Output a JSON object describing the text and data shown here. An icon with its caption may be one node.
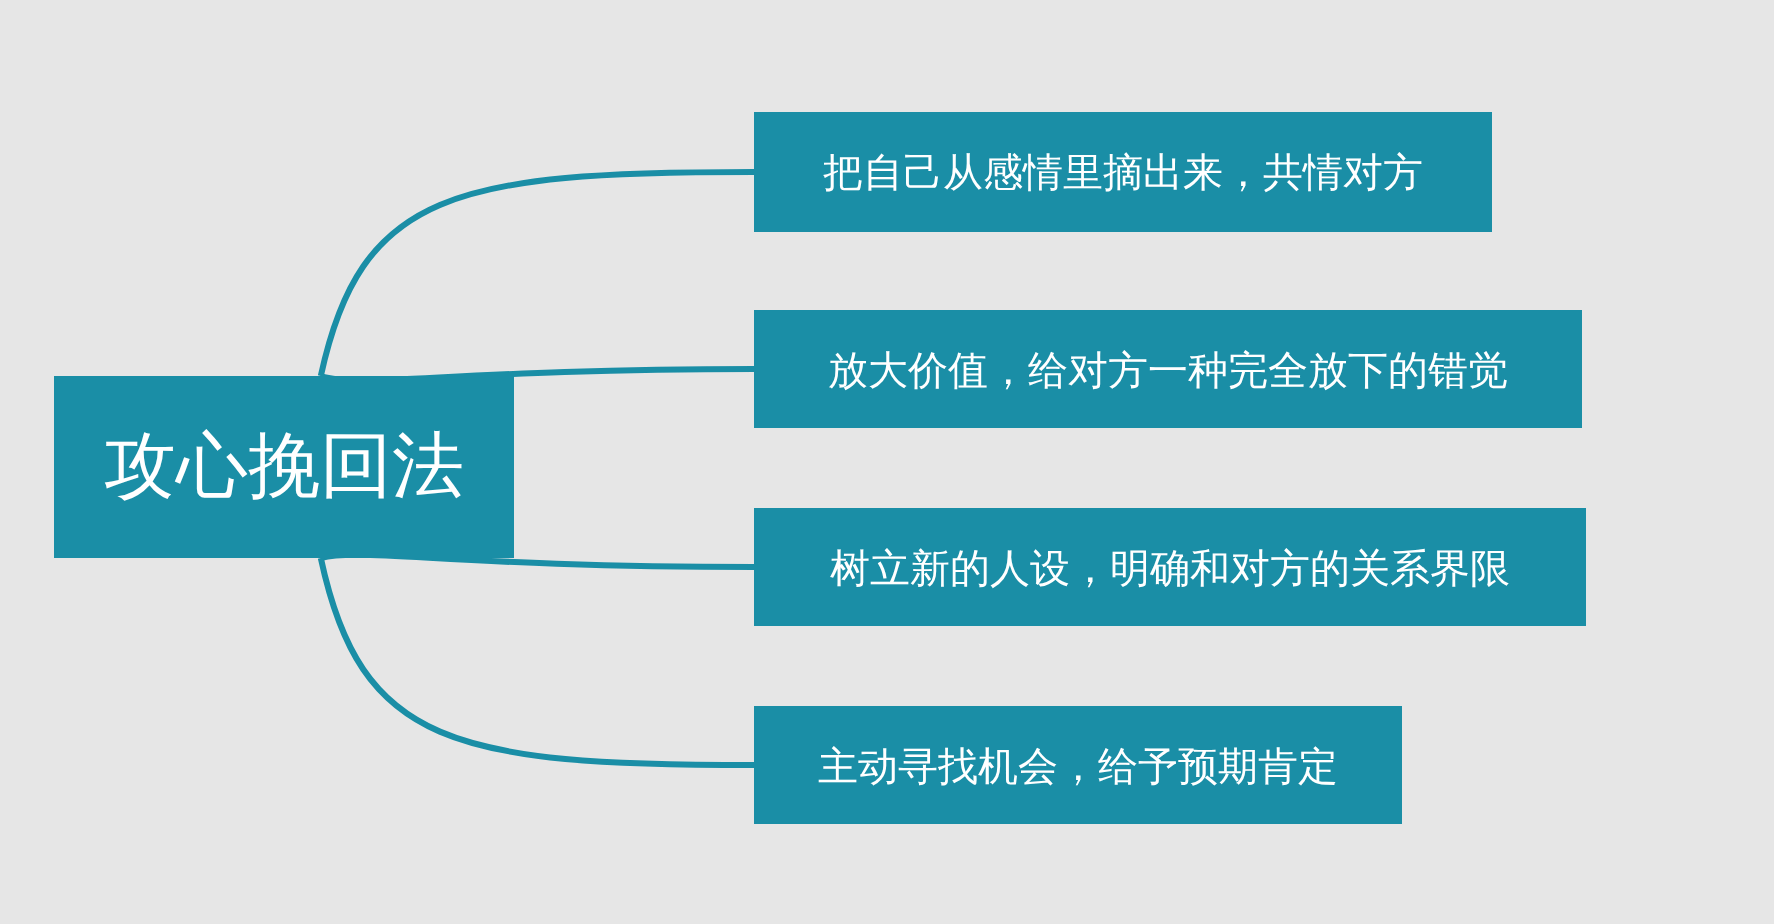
{
  "diagram": {
    "nodes": [
      {
        "text": [
          "攻心挽回法"
        ]
      },
      {
        "text": [
          "把自己从感情里摘出来，共情对方"
        ]
      },
      {
        "text": [
          "放大价值，给对方一种完全放下的错觉"
        ]
      },
      {
        "text": [
          "树立新的人设，明确和对方的关系界限"
        ]
      },
      {
        "text": [
          "主动寻找机会，给予预期肯定"
        ]
      }
    ],
    "edges": [
      {
        "from": 0,
        "to": 1,
        "arrow": "none"
      },
      {
        "from": 0,
        "to": 2,
        "arrow": "none"
      },
      {
        "from": 0,
        "to": 3,
        "arrow": "none"
      },
      {
        "from": 0,
        "to": 4,
        "arrow": "none"
      }
    ]
  }
}
